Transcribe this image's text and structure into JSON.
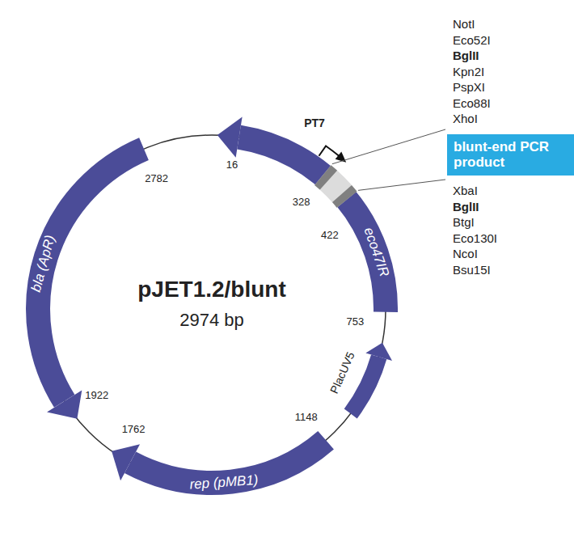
{
  "diagram": {
    "nodes": [
      {
        "text": [
          "blunt-end PCR product"
        ]
      }
    ],
    "labels": [
      "pJET1.2/blunt",
      "2974 bp",
      "bla (ApR)",
      "rep (pMB1)",
      "eco47IR",
      "PlacUV5",
      "PT7",
      "2782",
      "16",
      "328",
      "422",
      "753",
      "1922",
      "1762",
      "1148",
      "NotI",
      "Eco52I",
      "BglII",
      "Kpn2I",
      "PspXI",
      "Eco88I",
      "XhoI",
      "XbaI",
      "BglII",
      "BtgI",
      "Eco130I",
      "NcoI",
      "Bsu15I"
    ]
  }
}
